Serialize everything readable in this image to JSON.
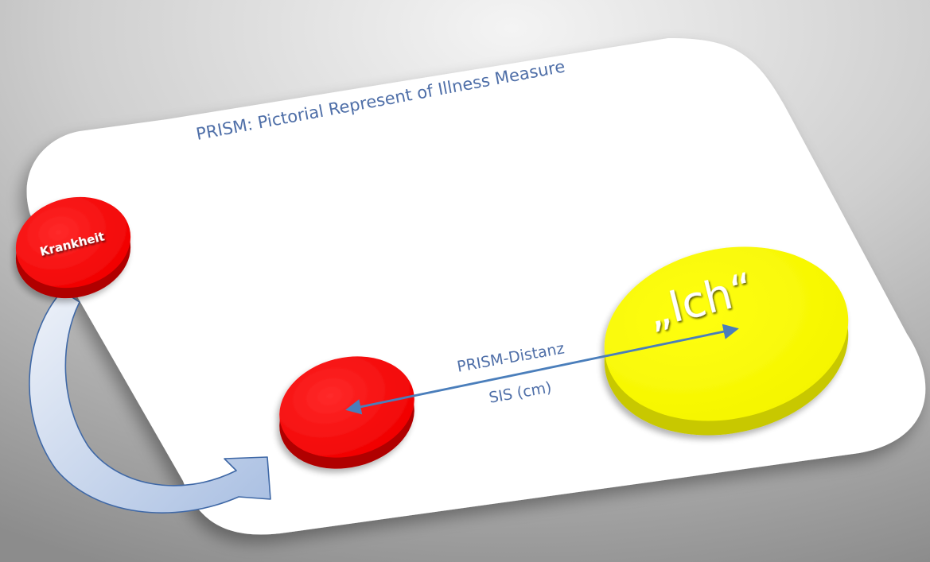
{
  "diagram": {
    "title": "PRISM: Pictorial Represent of Illness Measure",
    "illness_disc_label": "Krankheit",
    "self_disc_label": "„Ich“",
    "distance_label": "PRISM-Distanz",
    "distance_unit_label": "SIS (cm)"
  },
  "colors": {
    "background_light": "#f2f2f2",
    "background_dark": "#8a8a8a",
    "board": "#ffffff",
    "illness_red": "#ff0000",
    "illness_red_side": "#b00000",
    "self_yellow": "#ffff00",
    "self_yellow_side": "#c8c800",
    "title_text": "#4f6fa8",
    "arrow_blue": "#4a7ebb",
    "curved_arrow_fill": "#c6d4ec",
    "curved_arrow_stroke": "#3f68a6"
  }
}
